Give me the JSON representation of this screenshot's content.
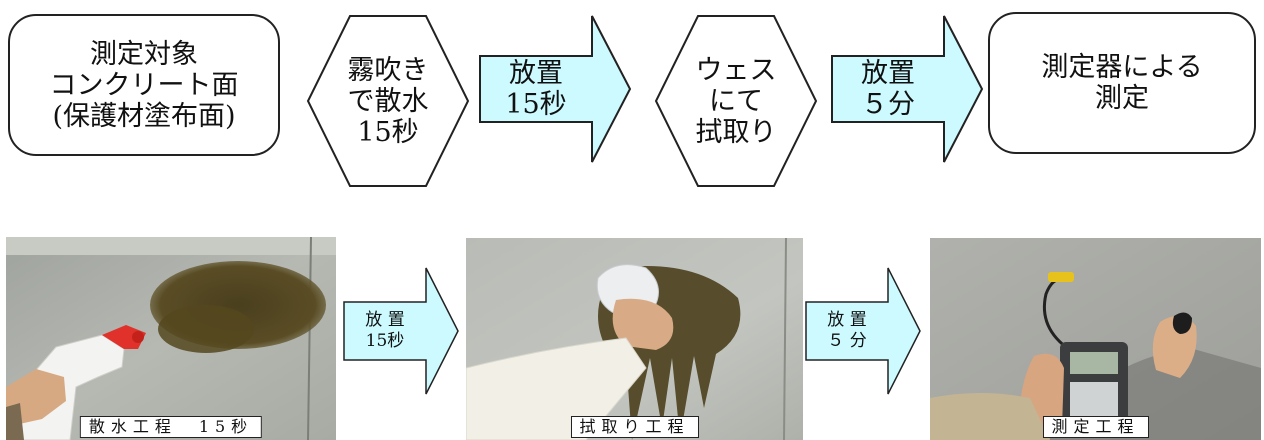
{
  "colors": {
    "arrow_fill": "#ccfaff",
    "stroke": "#222222"
  },
  "flow": {
    "step1_text": "測定対象\nコンクリート面\n(保護材塗布面)",
    "step2_text": "霧吹き\nで散水\n15秒",
    "arrow1_text": "放置\n15秒",
    "step3_text": "ウェス\nにて\n拭取り",
    "arrow2_text": "放置\n５分",
    "step4_text": "測定器による\n測定"
  },
  "photos": {
    "photo1_caption": "散水工程　15秒",
    "arrow1_text": "放 置\n15秒",
    "photo2_caption": "拭取り工程",
    "arrow2_text": "放 置\n５ 分",
    "photo3_caption": "測定工程"
  }
}
